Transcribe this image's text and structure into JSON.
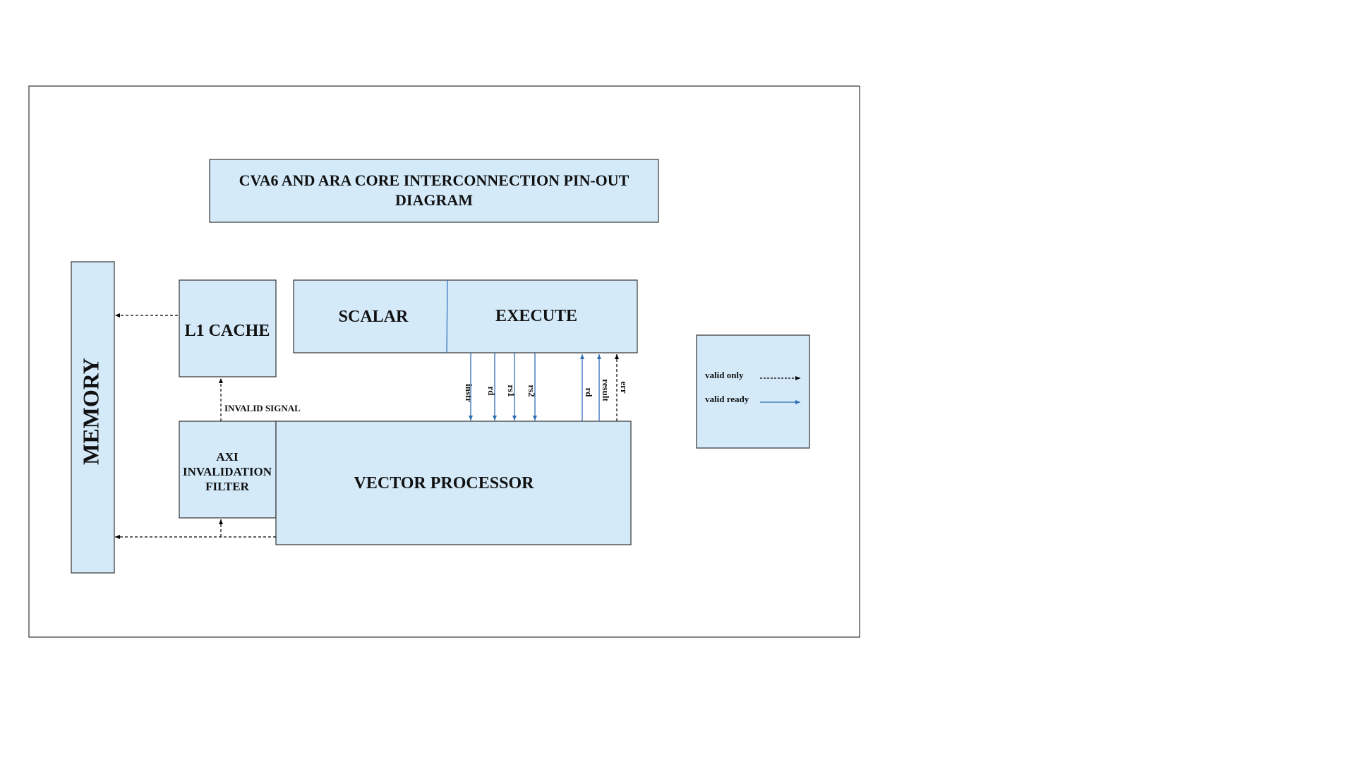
{
  "title": {
    "line1": "CVA6 AND ARA CORE INTERCONNECTION PIN-OUT",
    "line2": "DIAGRAM"
  },
  "blocks": {
    "memory": "MEMORY",
    "l1_cache": "L1 CACHE",
    "scalar": "SCALAR",
    "execute": "EXECUTE",
    "axi_filter": [
      "AXI",
      "INVALIDATION",
      "FILTER"
    ],
    "vector_processor": "VECTOR PROCESSOR"
  },
  "signals": {
    "invalid_signal": "INVALID SIGNAL",
    "to_vector": [
      "instr",
      "rd",
      "rs1",
      "rs2"
    ],
    "from_vector": [
      "rd",
      "result",
      "err"
    ]
  },
  "legend": {
    "valid_only": "valid only",
    "valid_ready": "valid ready"
  },
  "colors": {
    "box_fill": "#d4eaf9",
    "valid_ready_arrow": "#2e6db4",
    "valid_only_arrow": "#000000"
  }
}
